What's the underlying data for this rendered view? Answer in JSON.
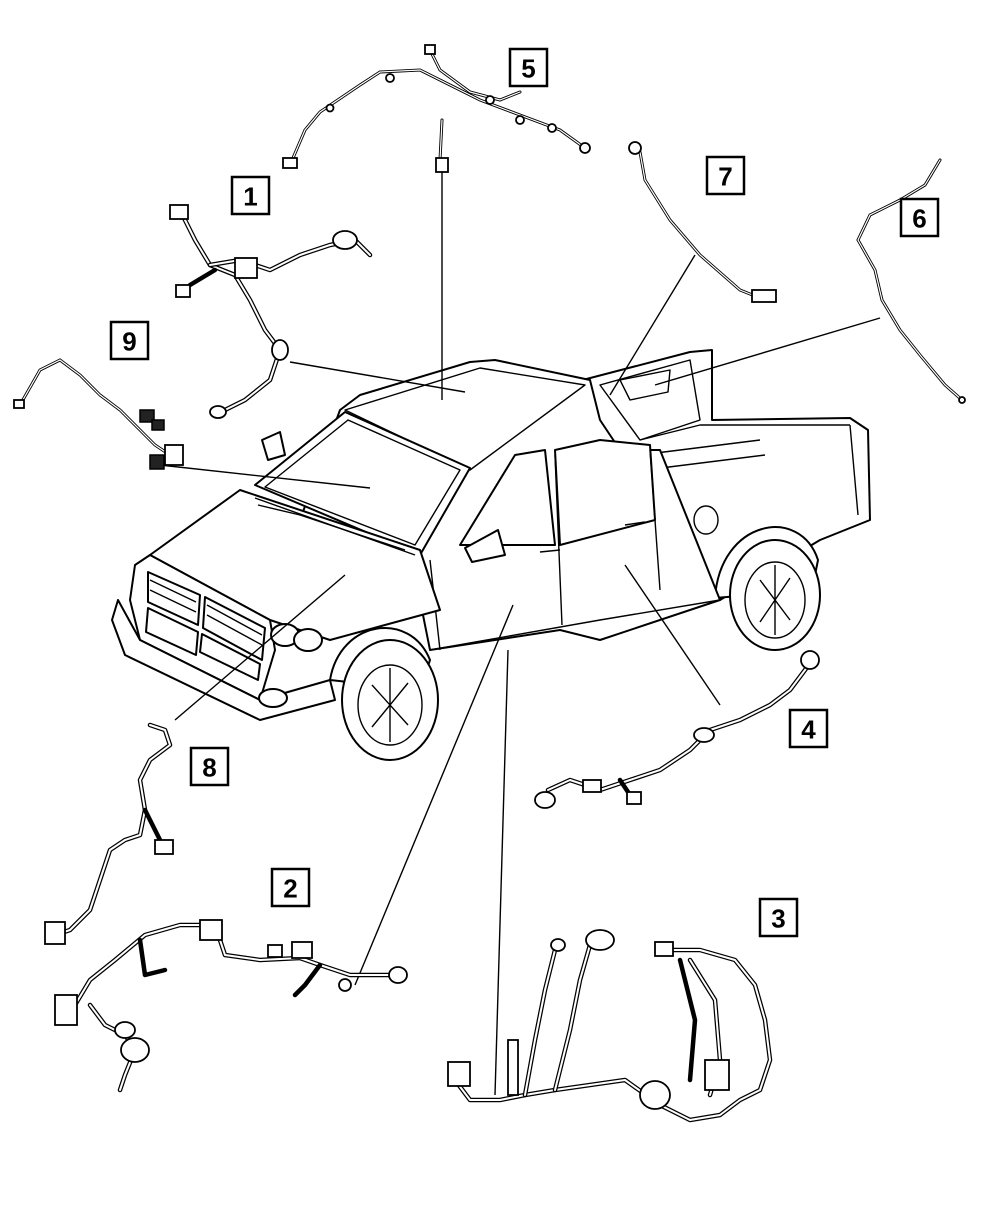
{
  "diagram": {
    "callouts": [
      {
        "label": "1"
      },
      {
        "label": "2"
      },
      {
        "label": "3"
      },
      {
        "label": "4"
      },
      {
        "label": "5"
      },
      {
        "label": "6"
      },
      {
        "label": "7"
      },
      {
        "label": "8"
      },
      {
        "label": "9"
      }
    ],
    "colors": {
      "stroke": "#000000",
      "background": "#ffffff"
    }
  }
}
